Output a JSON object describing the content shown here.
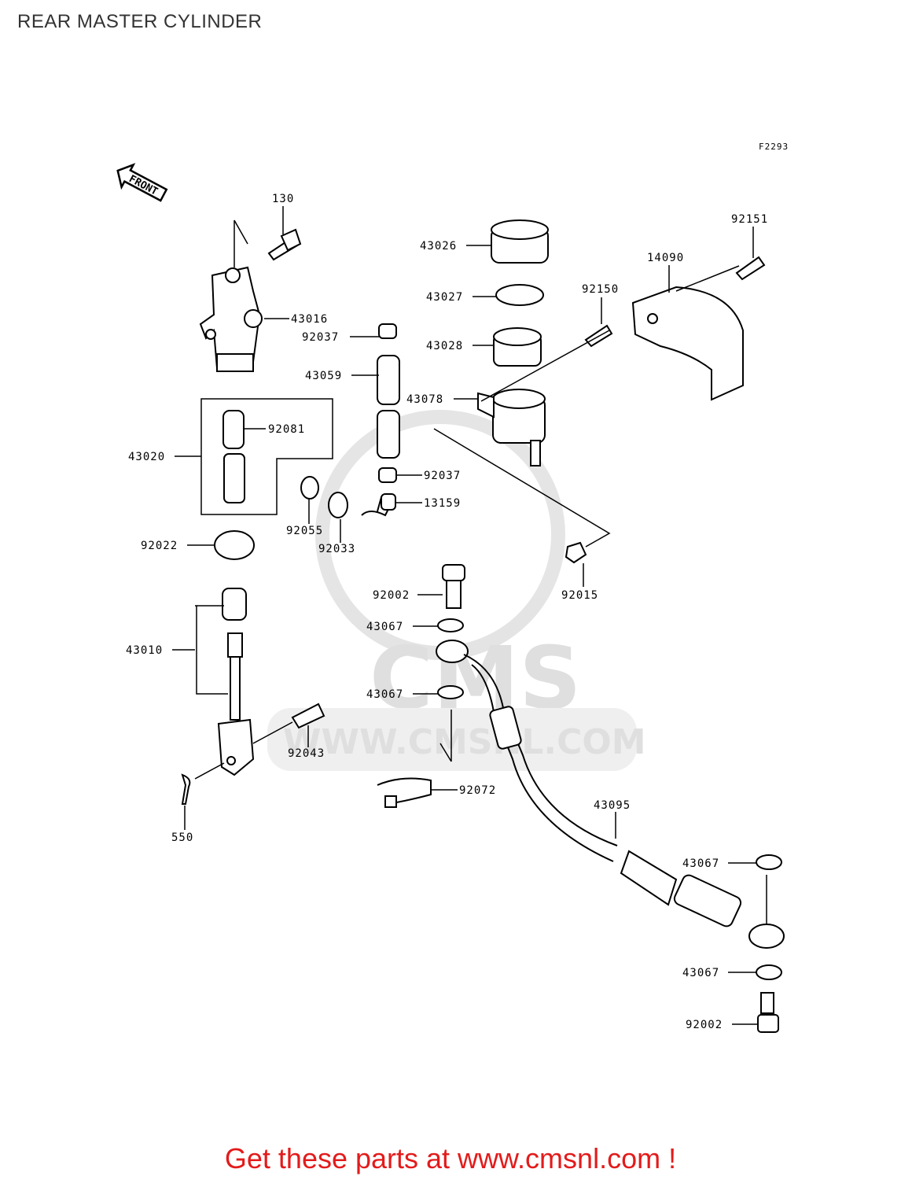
{
  "title": "REAR MASTER CYLINDER",
  "figure_ref": "F2293",
  "front_arrow_label": "FRONT",
  "watermark": {
    "logo": "CMS",
    "url": "WWW.CMSNL.COM"
  },
  "parts": [
    "130",
    "92151",
    "14090",
    "43026",
    "43027",
    "92150",
    "43016",
    "92037",
    "43028",
    "43059",
    "43078",
    "92081",
    "43020",
    "92037",
    "13159",
    "92055",
    "92033",
    "92022",
    "92015",
    "92002",
    "43067",
    "43010",
    "43067",
    "92043",
    "92072",
    "43095",
    "550",
    "43067",
    "43067",
    "92002"
  ],
  "footer": {
    "text": "Get these parts at www.cmsnl.com !"
  }
}
